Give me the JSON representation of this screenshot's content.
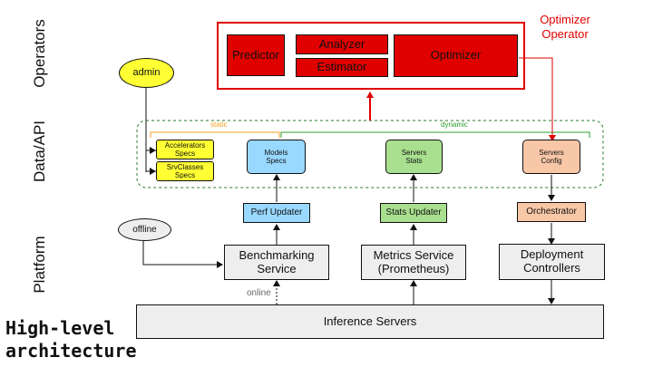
{
  "lanes": {
    "operators": "Operators",
    "data_api": "Data/API",
    "platform": "Platform"
  },
  "optimizer_operator": {
    "label_line1": "Optimizer",
    "label_line2": "Operator",
    "predictor": "Predictor",
    "analyzer": "Analyzer",
    "estimator": "Estimator",
    "optimizer": "Optimizer"
  },
  "ovals": {
    "admin": "admin",
    "offline": "offline"
  },
  "data_api": {
    "static_label": "static",
    "dynamic_label": "dynamic",
    "accelerators_specs_1": "Accelerators",
    "accelerators_specs_2": "Specs",
    "srvclasses_specs_1": "SrvClasses",
    "srvclasses_specs_2": "Specs",
    "models_specs_1": "Models",
    "models_specs_2": "Specs",
    "servers_stats_1": "Servers",
    "servers_stats_2": "Stats",
    "servers_config_1": "Servers",
    "servers_config_2": "Config"
  },
  "updaters": {
    "perf": "Perf Updater",
    "stats": "Stats Updater",
    "orchestrator": "Orchestrator"
  },
  "platform": {
    "benchmarking_1": "Benchmarking",
    "benchmarking_2": "Service",
    "metrics_1": "Metrics Service",
    "metrics_2": "(Prometheus)",
    "deployment_1": "Deployment",
    "deployment_2": "Controllers",
    "online_label": "online",
    "inference_servers": "Inference Servers"
  },
  "footer": {
    "line1": "High-level",
    "line2": "architecture"
  },
  "colors": {
    "red": "#e00000",
    "yellow": "#ffff33",
    "blue": "#99d9ff",
    "green": "#a9e08f",
    "salmon": "#f8c7a7",
    "grey": "#eeeeee",
    "static_orange": "#f0a020",
    "dynamic_green": "#2ca02c"
  }
}
